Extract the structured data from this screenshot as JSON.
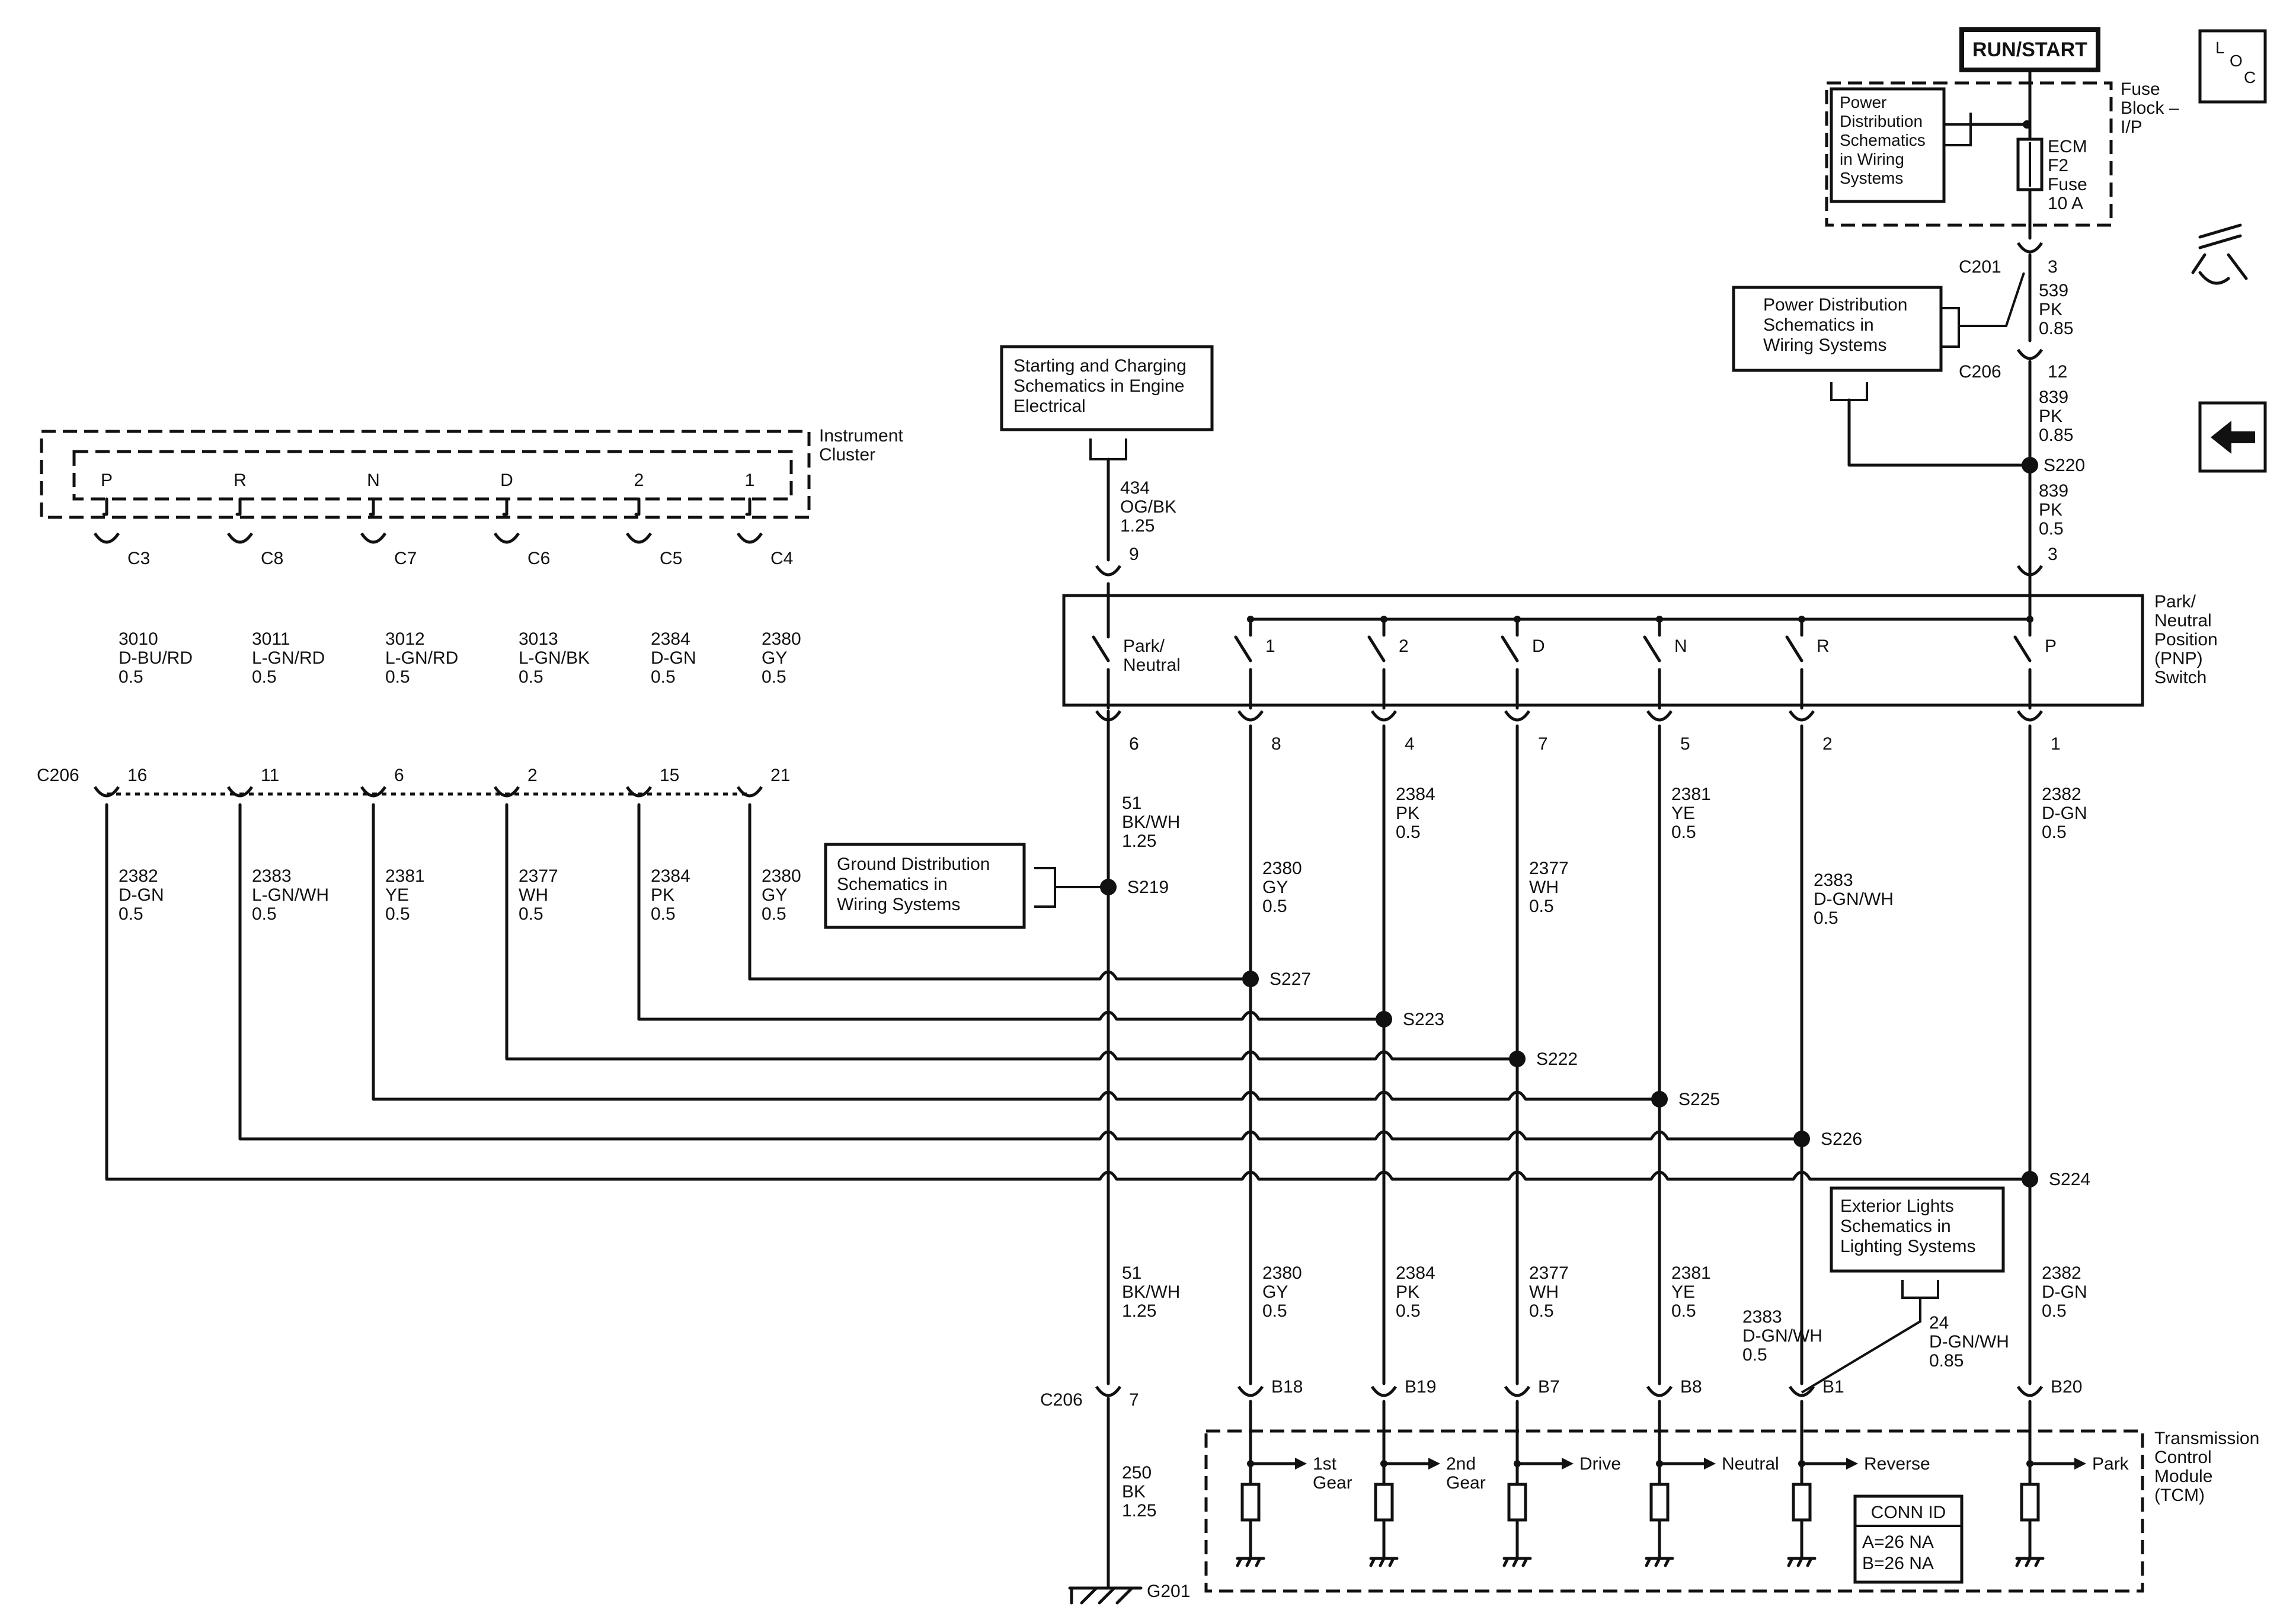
{
  "power_source": "RUN/START",
  "loc_badge": "LOC",
  "fuse_block": {
    "title": "Fuse Block – I/P",
    "ref": "Power Distribution Schematics in Wiring Systems",
    "fuse": "ECM F2 Fuse 10 A"
  },
  "power_dist_ref": "Power Distribution Schematics in Wiring Systems",
  "starting_ref": "Starting and Charging Schematics in Engine Electrical",
  "ground_ref": "Ground Distribution Schematics in Wiring Systems",
  "exterior_ref": "Exterior Lights Schematics in Lighting Systems",
  "instrument_cluster": {
    "title": "Instrument Cluster",
    "pins": [
      "P",
      "R",
      "N",
      "D",
      "2",
      "1"
    ],
    "connectors": [
      "C3",
      "C8",
      "C7",
      "C6",
      "C5",
      "C4"
    ]
  },
  "pnp_switch": {
    "title": "Park/ Neutral Position (PNP) Switch",
    "contacts": [
      "Park/ Neutral",
      "1",
      "2",
      "D",
      "N",
      "R",
      "P"
    ],
    "bottom_pins": [
      "6",
      "8",
      "4",
      "7",
      "5",
      "2",
      "1"
    ],
    "input_pins": [
      "9",
      "3"
    ]
  },
  "tcm": {
    "title": "Transmission Control Module (TCM)",
    "pins": [
      "B18",
      "B19",
      "B7",
      "B8",
      "B1",
      "B20"
    ],
    "outputs": [
      "1st Gear",
      "2nd Gear",
      "Drive",
      "Neutral",
      "Reverse",
      "Park"
    ],
    "conn_id_title": "CONN ID",
    "conn_id_lines": [
      "A=26 NA",
      "B=26 NA"
    ]
  },
  "c206_label": "C206",
  "c206_pins": [
    "16",
    "11",
    "6",
    "2",
    "15",
    "21"
  ],
  "cluster_wires": [
    [
      "3010",
      "D-BU/RD",
      "0.5"
    ],
    [
      "3011",
      "L-GN/RD",
      "0.5"
    ],
    [
      "3012",
      "L-GN/RD",
      "0.5"
    ],
    [
      "3013",
      "L-GN/BK",
      "0.5"
    ],
    [
      "2384",
      "D-GN",
      "0.5"
    ],
    [
      "2380",
      "GY",
      "0.5"
    ]
  ],
  "lower_cluster_wires": [
    [
      "2382",
      "D-GN",
      "0.5"
    ],
    [
      "2383",
      "L-GN/WH",
      "0.5"
    ],
    [
      "2381",
      "YE",
      "0.5"
    ],
    [
      "2377",
      "WH",
      "0.5"
    ],
    [
      "2384",
      "PK",
      "0.5"
    ],
    [
      "2380",
      "GY",
      "0.5"
    ]
  ],
  "pnp_upper_wires": [
    [
      "2380",
      "GY",
      "0.5"
    ],
    [
      "2384",
      "PK",
      "0.5"
    ],
    [
      "2377",
      "WH",
      "0.5"
    ],
    [
      "2381",
      "YE",
      "0.5"
    ],
    [
      "2383",
      "D-GN/WH",
      "0.5"
    ],
    [
      "2382",
      "D-GN",
      "0.5"
    ]
  ],
  "pnp_lower_wires": [
    [
      "2380",
      "GY",
      "0.5"
    ],
    [
      "2384",
      "PK",
      "0.5"
    ],
    [
      "2377",
      "WH",
      "0.5"
    ],
    [
      "2381",
      "YE",
      "0.5"
    ],
    [
      "2383",
      "D-GN/WH",
      "0.5"
    ],
    [
      "2382",
      "D-GN",
      "0.5"
    ]
  ],
  "splices": [
    "S227",
    "S223",
    "S222",
    "S225",
    "S226",
    "S224"
  ],
  "s219": "S219",
  "s220": "S220",
  "ground_wire_upper": [
    "51",
    "BK/WH",
    "1.25"
  ],
  "ground_wire_lower": [
    "51",
    "BK/WH",
    "1.25"
  ],
  "ground_wire_final": [
    "250",
    "BK",
    "1.25"
  ],
  "ground_conn": {
    "label": "C206",
    "pin": "7"
  },
  "ground_label": "G201",
  "start_wire": [
    "434",
    "OG/BK",
    "1.25"
  ],
  "power_wires": {
    "c201": "C201",
    "c201_pin": "3",
    "w1": [
      "539",
      "PK",
      "0.85"
    ],
    "c206": "C206",
    "c206_pin": "12",
    "w2": [
      "839",
      "PK",
      "0.85"
    ],
    "w3": [
      "839",
      "PK",
      "0.5"
    ]
  },
  "reverse_branch": [
    "24",
    "D-GN/WH",
    "0.85"
  ]
}
